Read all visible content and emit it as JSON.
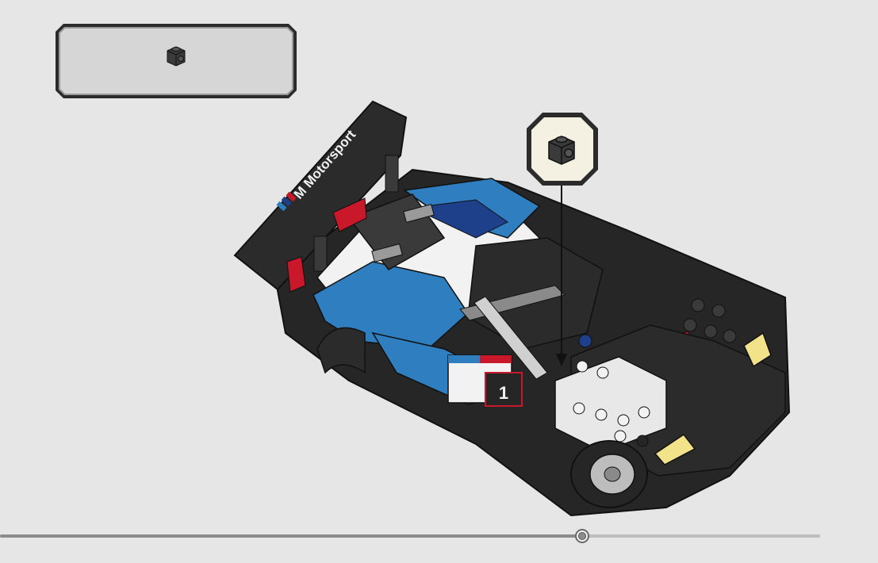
{
  "step": {
    "parts_list": [
      {
        "part": "brick-1x1-with-stud-on-side",
        "color": "#3a3a3a",
        "quantity_shown": ""
      }
    ],
    "callout_part": {
      "part": "brick-1x1-with-stud-on-side",
      "color": "#3a3a3a"
    },
    "model": {
      "wing_text": "M Motorsport",
      "door_number": "1",
      "colors": {
        "white": "#f2f2f2",
        "blue": "#2f7fc0",
        "dark_blue": "#1e3f8a",
        "red": "#c8182a",
        "black": "#262626",
        "gray": "#8a8a8a",
        "yellow": "#f2e38a"
      }
    }
  },
  "progress": {
    "value": 0.71
  },
  "theme": {
    "background": "#e6e6e6",
    "panel_fill": "#d6d6d6",
    "panel_border": "#2b2b2b",
    "callout_fill": "#f4f0e2",
    "track_played": "#8c8c8c",
    "track_remaining": "#bdbdbd"
  }
}
